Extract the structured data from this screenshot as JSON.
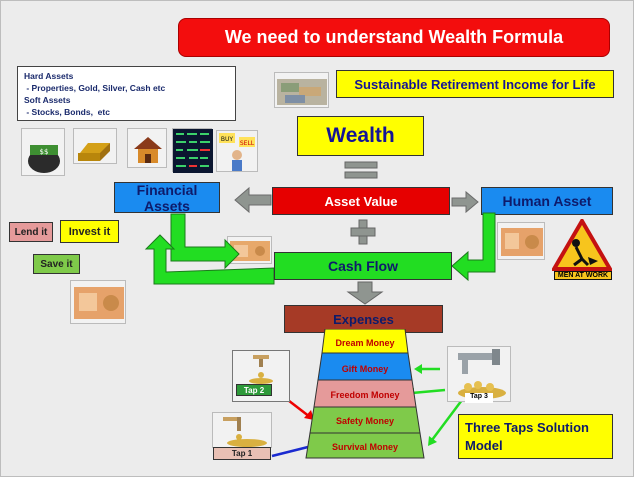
{
  "title": "We need to understand Wealth Formula",
  "assets_box": {
    "hard_title": "Hard Assets",
    "hard_items": " - Properties, Gold, Silver, Cash etc",
    "soft_title": "Soft Assets",
    "soft_items": " - Stocks, Bonds,  etc"
  },
  "retirement": "Sustainable Retirement Income for Life",
  "wealth": "Wealth",
  "financial_assets": "Financial Assets",
  "asset_value": "Asset Value",
  "human_asset": "Human Asset",
  "actions": {
    "lend": "Lend it",
    "invest": "Invest it",
    "save": "Save it"
  },
  "cash_flow": "Cash Flow",
  "expenses": "Expenses",
  "pyramid": [
    "Dream Money",
    "Gift Money",
    "Freedom Money",
    "Safety Money",
    "Survival Money"
  ],
  "taps": {
    "tap1": "Tap 1",
    "tap2": "Tap 2",
    "tap3": "Tap 3"
  },
  "solution": {
    "line1": "Three Taps Solution",
    "line2": "Model"
  },
  "men_at_work": "MEN AT WORK",
  "sign_sell": "SELL",
  "sign_buy": "BUY",
  "colors": {
    "title": "#f30d0d",
    "wealth": "#ffff00",
    "blue": "#1a8bf0",
    "green": "#22dd22",
    "red": "#e60000",
    "brown": "#a63a26"
  }
}
